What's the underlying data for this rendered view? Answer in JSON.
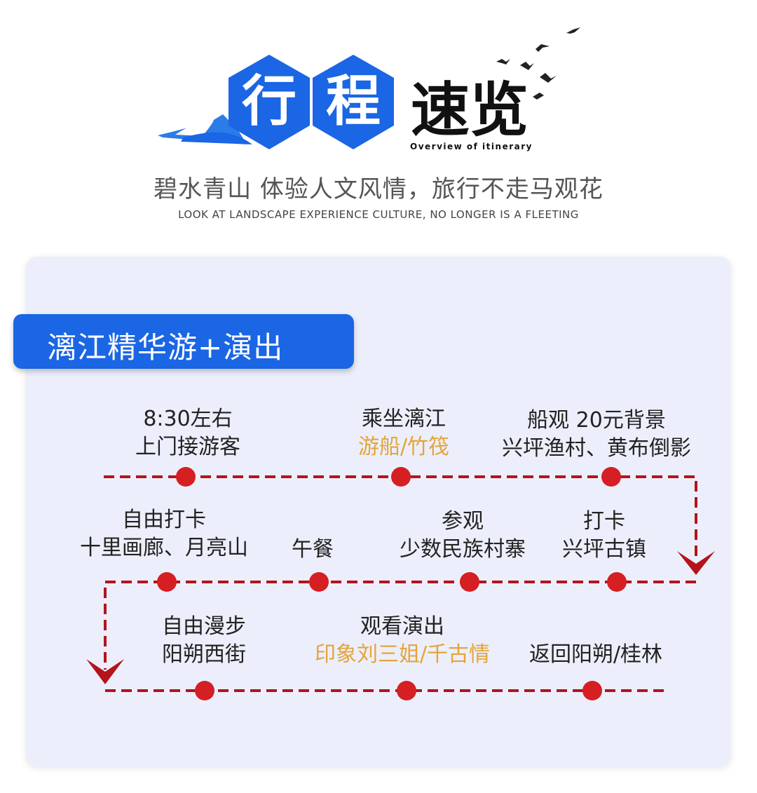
{
  "header": {
    "char1": "行",
    "char2": "程",
    "title_rest": "速览",
    "english_tag": "Overview of itinerary",
    "subtitle": "碧水青山 体验人文风情，旅行不走马观花",
    "subtitle_en": "LOOK AT LANDSCAPE EXPERIENCE CULTURE, NO LONGER IS A FLEETING"
  },
  "banner": {
    "title": "漓江精华游+演出"
  },
  "stops": [
    {
      "row": 1,
      "lines": [
        "8:30左右",
        "上门接游客"
      ]
    },
    {
      "row": 1,
      "line1": "乘坐漓江",
      "highlight": "游船/竹筏"
    },
    {
      "row": 1,
      "lines": [
        "船观 20元背景",
        "兴坪渔村、黄布倒影"
      ]
    },
    {
      "row": 2,
      "lines": [
        "打卡",
        "兴坪古镇"
      ]
    },
    {
      "row": 2,
      "lines": [
        "参观",
        "少数民族村寨"
      ]
    },
    {
      "row": 2,
      "lines": [
        "午餐"
      ]
    },
    {
      "row": 2,
      "lines": [
        "自由打卡",
        "十里画廊、月亮山"
      ]
    },
    {
      "row": 3,
      "lines": [
        "自由漫步",
        "阳朔西街"
      ]
    },
    {
      "row": 3,
      "line1": "观看演出",
      "highlight": "印象刘三姐/千古情"
    },
    {
      "row": 3,
      "lines": [
        "返回阳朔/桂林"
      ]
    }
  ],
  "colors": {
    "brand_blue": "#1a66e4",
    "route_red": "#b3141c",
    "dot_red": "#d51f23",
    "highlight_orange": "#e5a43a",
    "card_bg": "#eceffb"
  },
  "icons": [
    "flying-birds-icon",
    "mountain-wave-icon",
    "route-arrow-down-icon"
  ]
}
